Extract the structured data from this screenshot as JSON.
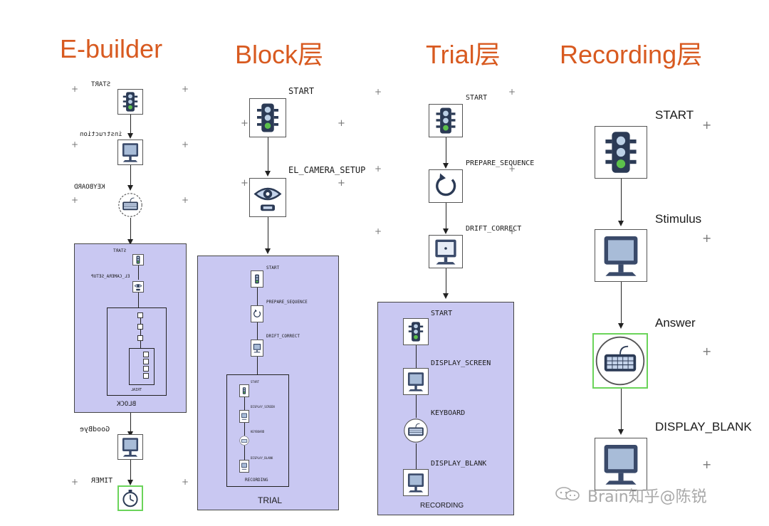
{
  "columns": {
    "ebuilder": {
      "title": "E-builder",
      "labels": {
        "start": "START",
        "instruction": "instruction",
        "keyboard": "KEYBOARD",
        "block": "BLOCK",
        "goodbye": "GoodBye",
        "timer": "TIMER"
      },
      "inner": {
        "start": "START",
        "camera": "EL_CAMERA_SETUP",
        "trial": "TRIAL"
      }
    },
    "block": {
      "title": "Block层",
      "labels": {
        "start": "START",
        "camera": "EL_CAMERA_SETUP",
        "trial": "TRIAL"
      },
      "inner": {
        "start": "START",
        "prepare": "PREPARE_SEQUENCE",
        "drift": "DRIFT_CORRECT",
        "recording": "RECORDING"
      },
      "inner2": {
        "start": "START",
        "display_screen": "DISPLAY_SCREEN",
        "keyboard": "KEYBOARD",
        "display_blank": "DISPLAY_BLANK"
      }
    },
    "trial": {
      "title": "Trial层",
      "labels": {
        "start": "START",
        "prepare": "PREPARE_SEQUENCE",
        "drift": "DRIFT_CORRECT",
        "recording": "RECORDING"
      },
      "inner": {
        "start": "START",
        "display_screen": "DISPLAY_SCREEN",
        "keyboard": "KEYBOARD",
        "display_blank": "DISPLAY_BLANK"
      }
    },
    "recording": {
      "title": "Recording层",
      "labels": {
        "start": "START",
        "stimulus": "Stimulus",
        "answer": "Answer",
        "display_blank": "DISPLAY_BLANK"
      }
    }
  },
  "watermark": "Brain知乎@陈锐",
  "colors": {
    "title": "#d85a20",
    "container": "#c9c8f2",
    "selected": "#6bd45a"
  },
  "icons": [
    "traffic-light-icon",
    "monitor-icon",
    "keyboard-icon",
    "eye-camera-icon",
    "refresh-icon",
    "drift-target-icon",
    "stopwatch-icon"
  ]
}
